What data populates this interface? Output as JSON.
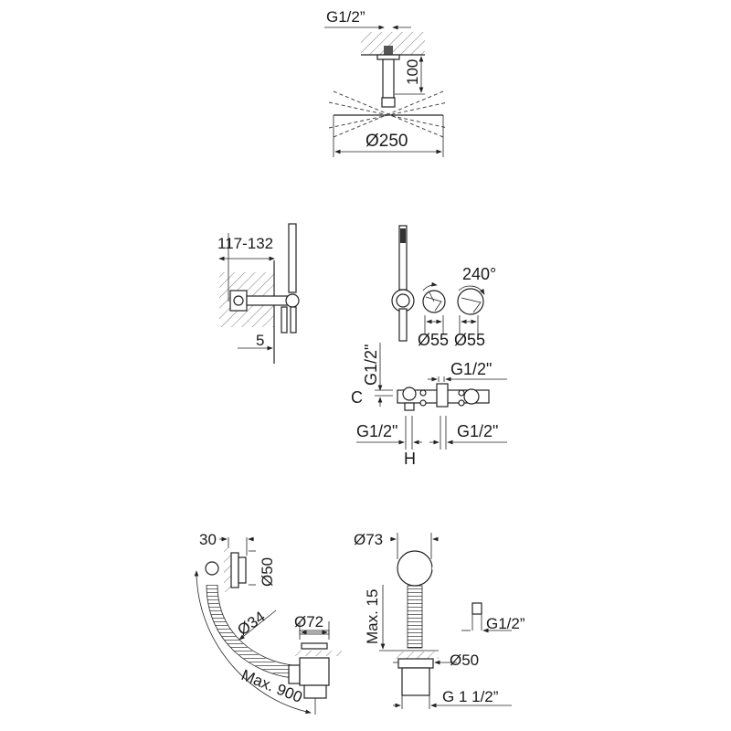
{
  "ceiling_shower": {
    "thread_label": "G1/2”",
    "arm_length_label": "100",
    "head_diameter_label": "Ø250"
  },
  "wall_outlet": {
    "depth_range_label": "117-132",
    "wall_offset_label": "5"
  },
  "bath_mixer_front": {
    "rotation_label": "240°",
    "handle_left_diameter_label": "Ø55",
    "handle_right_diameter_label": "Ø55"
  },
  "bath_mixer_top": {
    "vertical_thread_label": "G1/2\"",
    "top_thread_label": "G1/2\"",
    "c_label": "C",
    "left_thread_label": "G1/2\"",
    "right_thread_label": "G1/2\"",
    "h_label": "H"
  },
  "waste_overflow": {
    "plate_depth_label": "30",
    "plate_diameter_label": "Ø50",
    "hose_diameter_label": "Ø34",
    "plug_diameter_label": "Ø72",
    "hose_length_label": "Max. 900"
  },
  "bath_filler": {
    "body_diameter_label": "Ø73",
    "max_height_label": "Max. 15",
    "inlet_thread_label": "G1/2”",
    "base_diameter_label": "Ø50",
    "outlet_thread_label": "G 1 1/2”"
  }
}
